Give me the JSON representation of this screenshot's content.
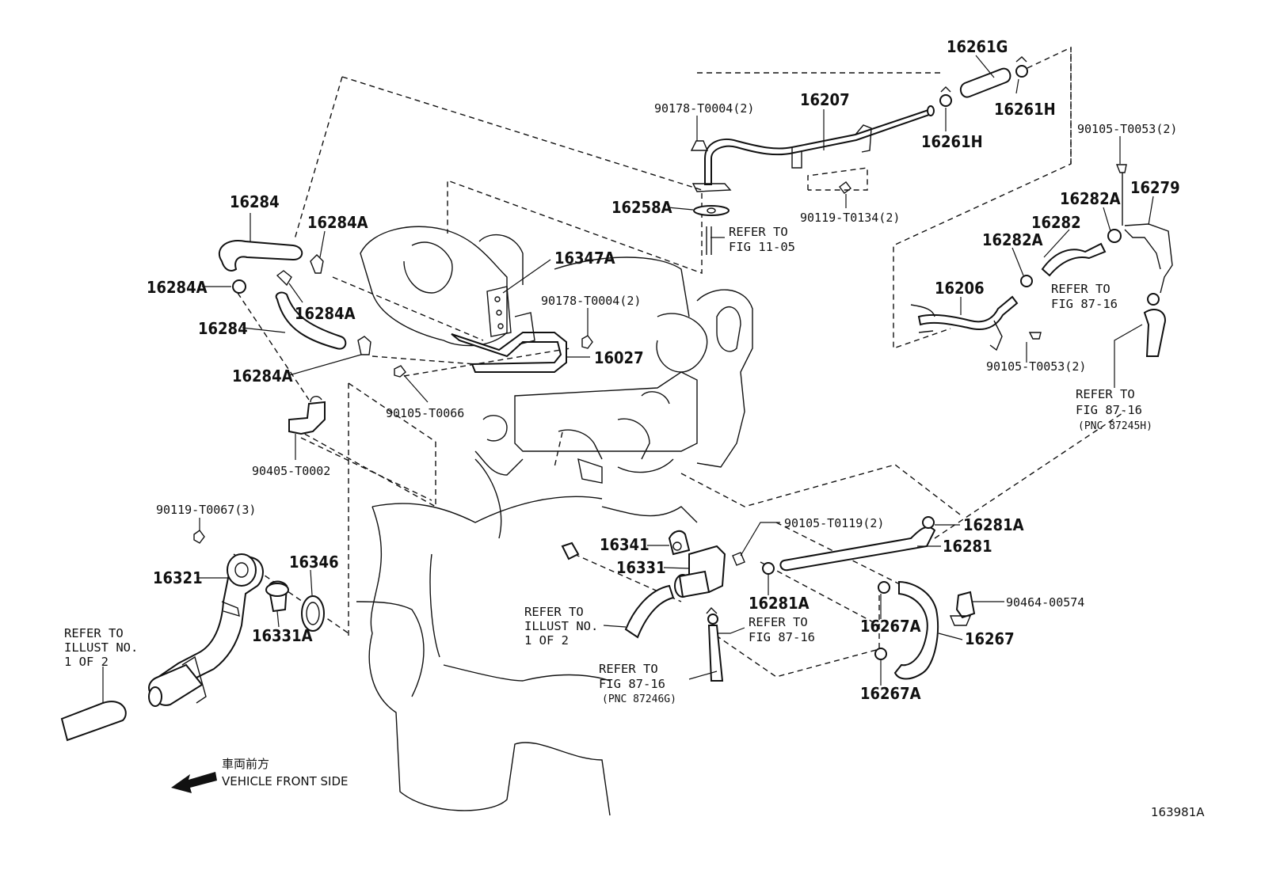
{
  "parts": {
    "p16261G": "16261G",
    "p16261H_a": "16261H",
    "p16261H_b": "16261H",
    "p16207": "16207",
    "p90178_T0004_2": "90178-T0004(2)",
    "p16258A": "16258A",
    "p90119_T0134_2": "90119-T0134(2)",
    "p90105_T0053_2_top": "90105-T0053(2)",
    "p16282A_a": "16282A",
    "p16279": "16279",
    "p16282": "16282",
    "p16282A_b": "16282A",
    "p16206": "16206",
    "p90105_T0053_2_bot": "90105-T0053(2)",
    "p16284_a": "16284",
    "p16284A_a": "16284A",
    "p16284A_b": "16284A",
    "p16284A_c": "16284A",
    "p16284_b": "16284",
    "p16284A_d": "16284A",
    "p16347A": "16347A",
    "p90178_T0004_2b": "90178-T0004(2)",
    "p16027": "16027",
    "p90105_T0066": "90105-T0066",
    "p90405_T0002": "90405-T0002",
    "p90119_T0067_3": "90119-T0067(3)",
    "p16321": "16321",
    "p16346": "16346",
    "p16331A": "16331A",
    "p90105_T0119_2": "90105-T0119(2)",
    "p16281A_a": "16281A",
    "p16341": "16341",
    "p16281": "16281",
    "p16331": "16331",
    "p16281A_b": "16281A",
    "p90464_00574": "90464-00574",
    "p16267A_a": "16267A",
    "p16267": "16267",
    "p16267A_b": "16267A"
  },
  "refs": {
    "fig1105": [
      "REFER TO",
      "FIG 11-05"
    ],
    "fig8716_right": [
      "REFER TO",
      "FIG 87-16"
    ],
    "fig8716_pnc": [
      "REFER TO",
      "FIG 87-16",
      "(PNC 87245H)"
    ],
    "fig8716_center": [
      "REFER TO",
      "FIG 87-16"
    ],
    "illust_center": [
      "REFER TO",
      "ILLUST NO.",
      "1 OF 2"
    ],
    "illust_left": [
      "REFER TO",
      "ILLUST NO.",
      "1 OF 2"
    ],
    "fig8716_bottom": [
      "REFER TO",
      "FIG 87-16",
      "(PNC 87246G)"
    ]
  },
  "front": {
    "jp": "車両前方",
    "en": "VEHICLE FRONT SIDE"
  },
  "figure_id": "163981A"
}
